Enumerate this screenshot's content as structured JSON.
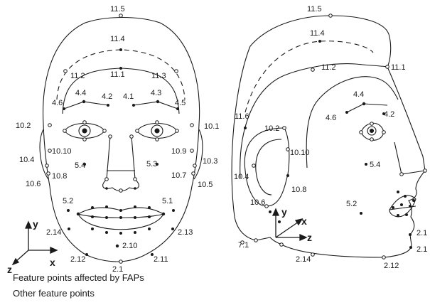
{
  "front_labels": {
    "l_11_5": "11.5",
    "l_11_4": "11.4",
    "l_11_2": "11.2",
    "l_11_1": "11.1",
    "l_11_3": "11.3",
    "l_4_4": "4.4",
    "l_4_2": "4.2",
    "l_4_1": "4.1",
    "l_4_3": "4.3",
    "l_4_6": "4.6",
    "l_4_5": "4.5",
    "l_10_2": "10.2",
    "l_10_1": "10.1",
    "l_10_10": "10.10",
    "l_10_9": "10.9",
    "l_10_4": "10.4",
    "l_10_3": "10.3",
    "l_5_4": "5.4",
    "l_5_3": "5.3",
    "l_10_8": "10.8",
    "l_10_7": "10.7",
    "l_10_6": "10.6",
    "l_10_5": "10.5",
    "l_5_2": "5.2",
    "l_5_1": "5.1",
    "l_2_14": "2.14",
    "l_2_13": "2.13",
    "l_2_10": "2.10",
    "l_2_12": "2.12",
    "l_2_11": "2.11",
    "l_2_1": "2.1"
  },
  "side_labels": {
    "l_11_5": "11.5",
    "l_11_4": "11.4",
    "l_11_2": "11.2",
    "l_11_1": "11.1",
    "l_11_6": "11.6",
    "l_4_4": "4.4",
    "l_4_6": "4.6",
    "l_4_2": "4.2",
    "l_10_2": "10.2",
    "l_10_10": "10.10",
    "l_5_4": "5.4",
    "l_10_4": "10.4",
    "l_10_8": "10.8",
    "l_10_6": "10.6",
    "l_5_2": "5.2",
    "l_2_1a": "2.1",
    "l_2_1b": "2.1",
    "l_7_1": "7.1",
    "l_2_14": "2.14",
    "l_2_12": "2.12"
  },
  "axes": {
    "front": {
      "y": "y",
      "x": "x",
      "z": "z"
    },
    "side": {
      "y": "y",
      "x": "x",
      "z": "z"
    }
  },
  "legend": {
    "affected": "Feature points affected by FAPs",
    "other": "Other feature points"
  }
}
